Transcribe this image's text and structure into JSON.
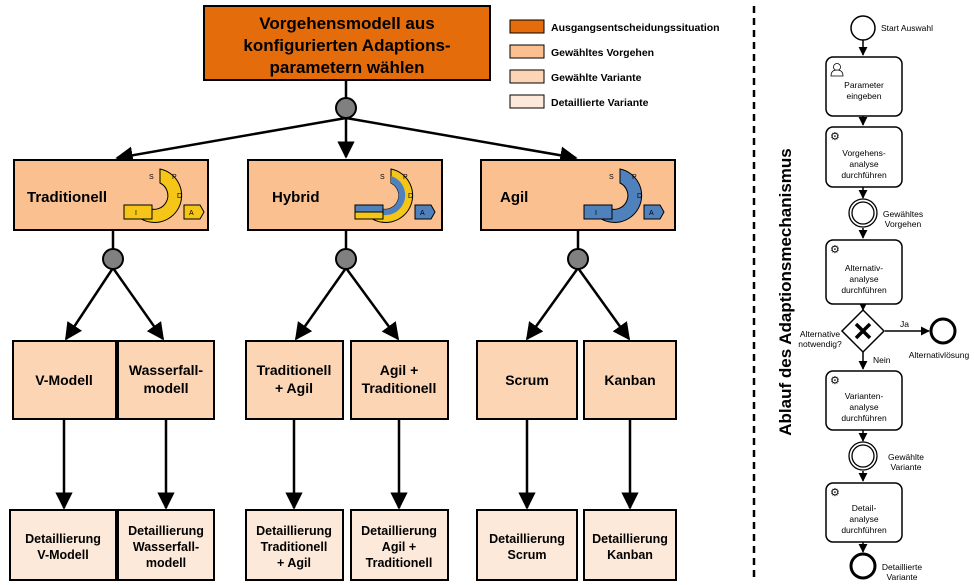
{
  "colors": {
    "start": "#e46c0a",
    "level1": "#fac090",
    "level2": "#fcd5b5",
    "level3": "#fde9d9",
    "connector": "#808080",
    "yellow": "#f5c518",
    "blue": "#4f81bd"
  },
  "top": {
    "line1": "Vorgehensmodell aus",
    "line2": "konfigurierten Adaptions-",
    "line3": "parametern wählen"
  },
  "legend": {
    "start": "Ausgangsentscheidungssituation",
    "chosen": "Gewähltes Vorgehen",
    "variant": "Gewählte Variante",
    "detailed": "Detaillierte Variante"
  },
  "level1": {
    "traditional": "Traditionell",
    "hybrid": "Hybrid",
    "agile": "Agil"
  },
  "level2": {
    "vmodel": "V-Modell",
    "waterfall_1": "Wasserfall-",
    "waterfall_2": "modell",
    "trad_agile_1": "Traditionell",
    "trad_agile_2": "+ Agil",
    "agile_trad_1": "Agil +",
    "agile_trad_2": "Traditionell",
    "scrum": "Scrum",
    "kanban": "Kanban"
  },
  "level3": {
    "detail": "Detaillierung",
    "vmodel": "V-Modell",
    "waterfall_1": "Wasserfall-",
    "waterfall_2": "modell",
    "trad_agile_1": "Traditionell",
    "trad_agile_2": "+ Agil",
    "agile_trad_1": "Agil +",
    "agile_trad_2": "Traditionell",
    "scrum": "Scrum",
    "kanban": "Kanban"
  },
  "process": {
    "title": "Ablauf des Adaptionsmechanismus",
    "start": "Start Auswahl",
    "param_1": "Parameter",
    "param_2": "eingeben",
    "proc_1": "Vorgehens-",
    "proc_2": "analyse",
    "proc_3": "durchführen",
    "ev_proc_1": "Gewähltes",
    "ev_proc_2": "Vorgehen",
    "alt_1": "Alternativ-",
    "alt_2": "analyse",
    "alt_3": "durchführen",
    "gateway_q1": "Alternative",
    "gateway_q2": "notwendig?",
    "yes": "Ja",
    "no": "Nein",
    "alt_end": "Alternativlösung",
    "var_1": "Varianten-",
    "var_2": "analyse",
    "var_3": "durchführen",
    "ev_var_1": "Gewählte",
    "ev_var_2": "Variante",
    "det_1": "Detail-",
    "det_2": "analyse",
    "det_3": "durchführen",
    "end_1": "Detaillierte",
    "end_2": "Variante"
  },
  "icon_letters": {
    "s": "S",
    "p": "P",
    "d": "D",
    "i": "I",
    "a": "A"
  }
}
